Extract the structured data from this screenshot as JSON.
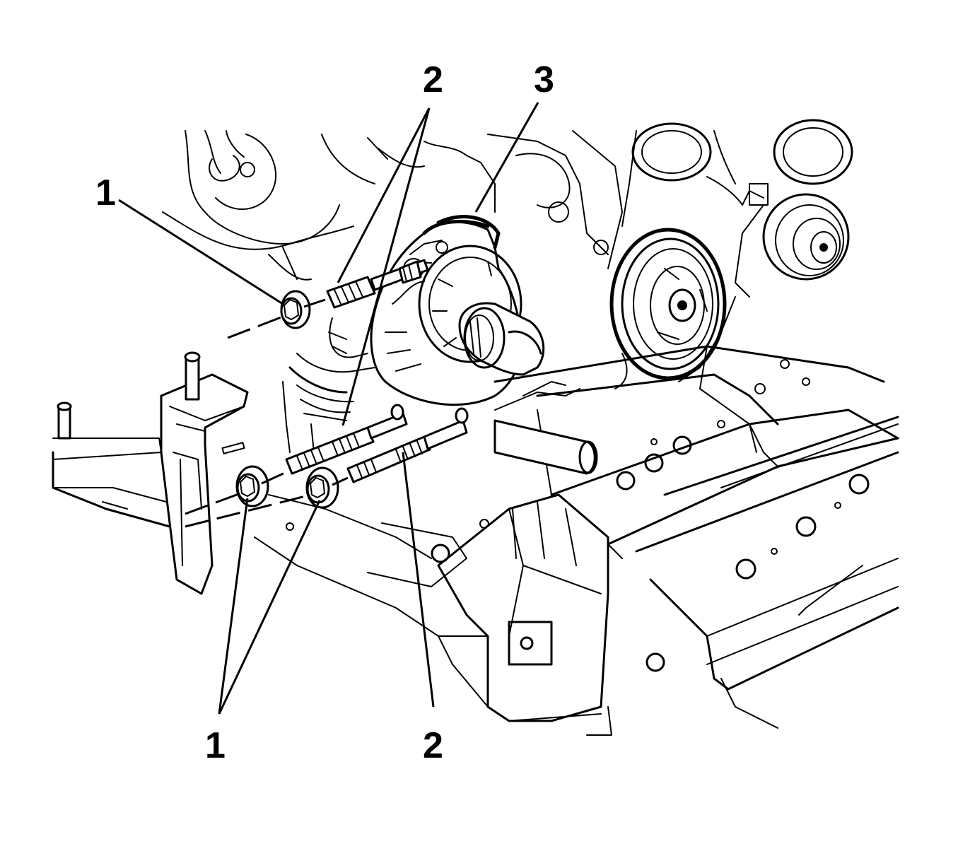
{
  "callouts": {
    "nut_upper": "1",
    "stud_upper": "2",
    "generator": "3",
    "nuts_lower": "1",
    "studs_lower": "2"
  }
}
